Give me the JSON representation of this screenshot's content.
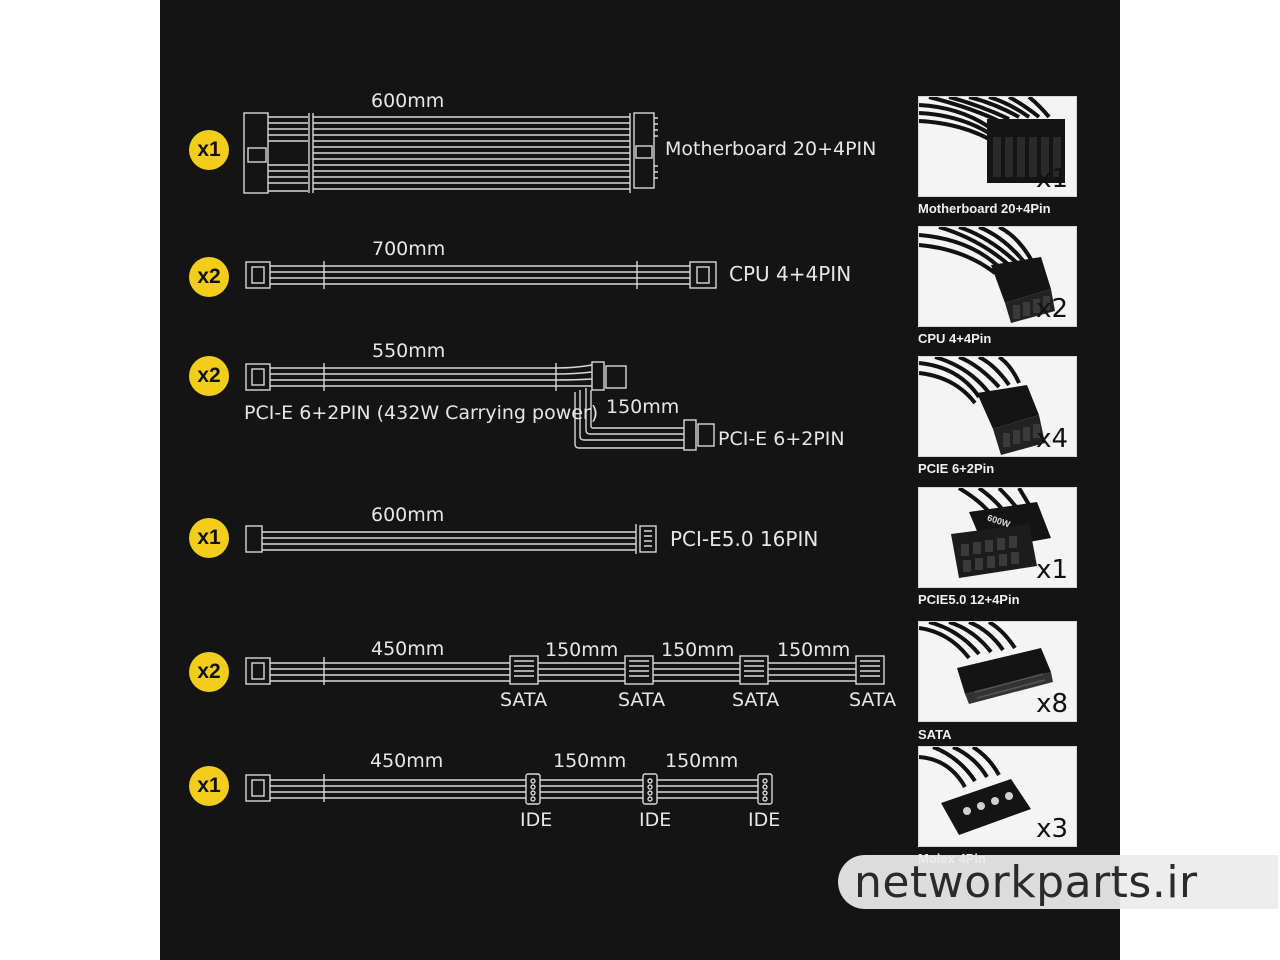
{
  "cables": [
    {
      "qty": "x1",
      "main_length": "600mm",
      "label": "Motherboard 20+4PIN"
    },
    {
      "qty": "x2",
      "main_length": "700mm",
      "label": "CPU 4+4PIN"
    },
    {
      "qty": "x2",
      "main_length": "550mm",
      "label": "PCI-E 6+2PIN (432W Carrying power)",
      "branch_length": "150mm",
      "branch_label": "PCI-E 6+2PIN"
    },
    {
      "qty": "x1",
      "main_length": "600mm",
      "label": "PCI-E5.0 16PIN"
    },
    {
      "qty": "x2",
      "main_length": "450mm",
      "segment_lengths": [
        "150mm",
        "150mm",
        "150mm"
      ],
      "connector_labels": [
        "SATA",
        "SATA",
        "SATA",
        "SATA"
      ]
    },
    {
      "qty": "x1",
      "main_length": "450mm",
      "segment_lengths": [
        "150mm",
        "150mm"
      ],
      "connector_labels": [
        "IDE",
        "IDE",
        "IDE"
      ]
    }
  ],
  "thumbnails": [
    {
      "qty": "x1",
      "caption": "Motherboard 20+4Pin"
    },
    {
      "qty": "x2",
      "caption": "CPU 4+4Pin"
    },
    {
      "qty": "x4",
      "caption": "PCIE 6+2Pin"
    },
    {
      "qty": "x1",
      "caption": "PCIE5.0 12+4Pin",
      "stamp": "600W"
    },
    {
      "qty": "x8",
      "caption": "SATA"
    },
    {
      "qty": "x3",
      "caption": "Molex 4Pin"
    }
  ],
  "watermark": "networkparts.ir",
  "colors": {
    "background": "#141414",
    "badge": "#f3cd1b",
    "line": "#d8d8d8",
    "text": "#e6e6e6"
  }
}
